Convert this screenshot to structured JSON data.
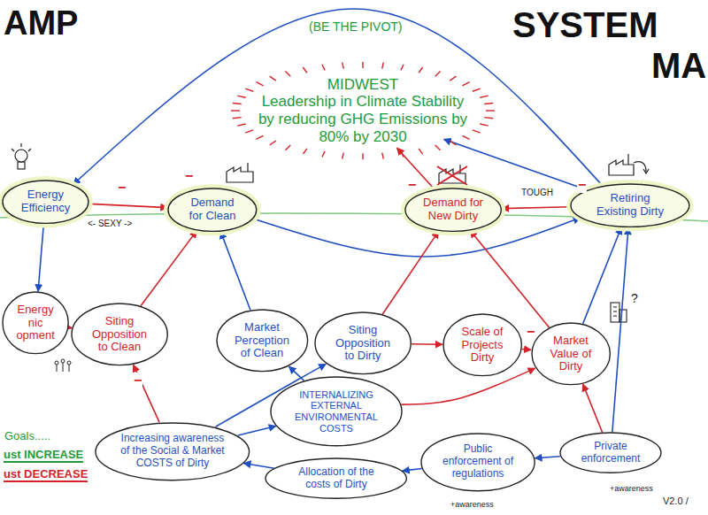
{
  "diagram": {
    "nodes": [
      {
        "text": [
          "MIDWEST",
          "Leadership in Climate Stability by reducing GHG Emissions by 80% by 2030"
        ]
      },
      {
        "text": [
          "Energy Efficiency"
        ]
      },
      {
        "text": [
          "Demand for Clean"
        ]
      },
      {
        "text": [
          "Demand for New Dirty"
        ]
      },
      {
        "text": [
          "Retiring Existing Dirty"
        ]
      },
      {
        "text": [
          "Energy nic opment"
        ]
      },
      {
        "text": [
          "Siting Opposition to Clean"
        ]
      },
      {
        "text": [
          "Market Perception of Clean"
        ]
      },
      {
        "text": [
          "Siting Opposition to Dirty"
        ]
      },
      {
        "text": [
          "Scale of Projects Dirty"
        ]
      },
      {
        "text": [
          "Market Value of Dirty"
        ]
      },
      {
        "text": [
          "Increasing awareness of the Social & Market COSTS of Dirty"
        ]
      },
      {
        "text": [
          "INTERNALIZING EXTERNAL ENVIRONMENTAL COSTS"
        ]
      },
      {
        "text": [
          "Allocation of the costs of Dirty"
        ]
      },
      {
        "text": [
          "Public enforcement of regulations"
        ]
      },
      {
        "text": [
          "Private enforcement"
        ]
      }
    ],
    "edges": [
      {
        "from": 1,
        "to": 2,
        "arrow": "to"
      },
      {
        "from": 3,
        "to": 0,
        "arrow": "to"
      },
      {
        "from": 4,
        "to": 0,
        "arrow": "to"
      },
      {
        "from": 4,
        "to": 1,
        "arrow": "to"
      },
      {
        "from": 2,
        "to": 4,
        "arrow": "to"
      },
      {
        "from": 4,
        "to": 3,
        "arrow": "to"
      },
      {
        "from": 1,
        "to": 5,
        "arrow": "to"
      },
      {
        "from": 5,
        "to": 6,
        "arrow": "to"
      },
      {
        "from": 6,
        "to": 2,
        "arrow": "to"
      },
      {
        "from": 11,
        "to": 6,
        "arrow": "to"
      },
      {
        "from": 7,
        "to": 2,
        "arrow": "to"
      },
      {
        "from": 8,
        "to": 3,
        "arrow": "to"
      },
      {
        "from": 8,
        "to": 9,
        "arrow": "to"
      },
      {
        "from": 9,
        "to": 10,
        "arrow": "to"
      },
      {
        "from": 10,
        "to": 3,
        "arrow": "to"
      },
      {
        "from": 10,
        "to": 4,
        "arrow": "to"
      },
      {
        "from": 11,
        "to": 8,
        "arrow": "to"
      },
      {
        "from": 11,
        "to": 12,
        "arrow": "to"
      },
      {
        "from": 12,
        "to": 10,
        "arrow": "to"
      },
      {
        "from": 13,
        "to": 11,
        "arrow": "to"
      },
      {
        "from": 14,
        "to": 13,
        "arrow": "to"
      },
      {
        "from": 15,
        "to": 10,
        "arrow": "to"
      },
      {
        "from": 15,
        "to": 14,
        "arrow": "to"
      },
      {
        "from": 12,
        "to": 7,
        "arrow": "to"
      },
      {
        "from": 15,
        "to": 4,
        "arrow": "to"
      }
    ],
    "labels": [
      "AMP",
      "SYSTEM",
      "MA",
      "(BE THE PIVOT)",
      "<- SEXY ->",
      "TOUGH",
      "?",
      "Goals.....",
      "+awareness",
      "+awareness",
      "V2.0 /",
      "−",
      "−",
      "−",
      "−",
      "−",
      "−"
    ],
    "legend": [
      {
        "text": "ust INCREASE"
      },
      {
        "text": "ust DECREASE"
      }
    ]
  }
}
